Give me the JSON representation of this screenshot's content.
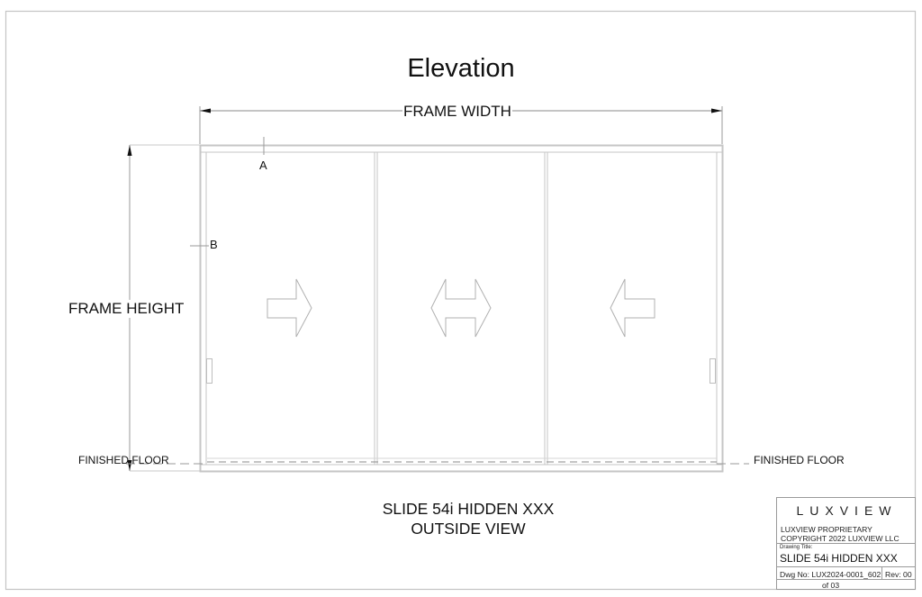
{
  "drawing": {
    "title": "Elevation",
    "dimensions": {
      "width_label": "FRAME WIDTH",
      "height_label": "FRAME HEIGHT"
    },
    "references": {
      "a": "A",
      "b": "B"
    },
    "floor_labels": {
      "left": "FINISHED FLOOR",
      "right": "FINISHED FLOOR"
    },
    "panels": [
      {
        "operation": "slide-right",
        "icon": "arrow-right-icon"
      },
      {
        "operation": "slide-both",
        "icon": "arrow-left-right-icon"
      },
      {
        "operation": "slide-left",
        "icon": "arrow-left-icon"
      }
    ],
    "caption": {
      "line1": "SLIDE 54i HIDDEN XXX",
      "line2": "OUTSIDE VIEW"
    },
    "line_color": "#b8b8b8",
    "dim_color": "#8a8a8a"
  },
  "title_block": {
    "logo": "LUXVIEW",
    "proprietary_line1": "LUXVIEW PROPRIETARY",
    "proprietary_line2": "COPYRIGHT 2022 LUXVIEW LLC",
    "drawing_title_label": "Drawing Title:",
    "drawing_title": "SLIDE 54i HIDDEN XXX",
    "dwg_no": "Dwg No: LUX2024-0001_602",
    "rev": "Rev: 00",
    "sheet": "of 03"
  }
}
